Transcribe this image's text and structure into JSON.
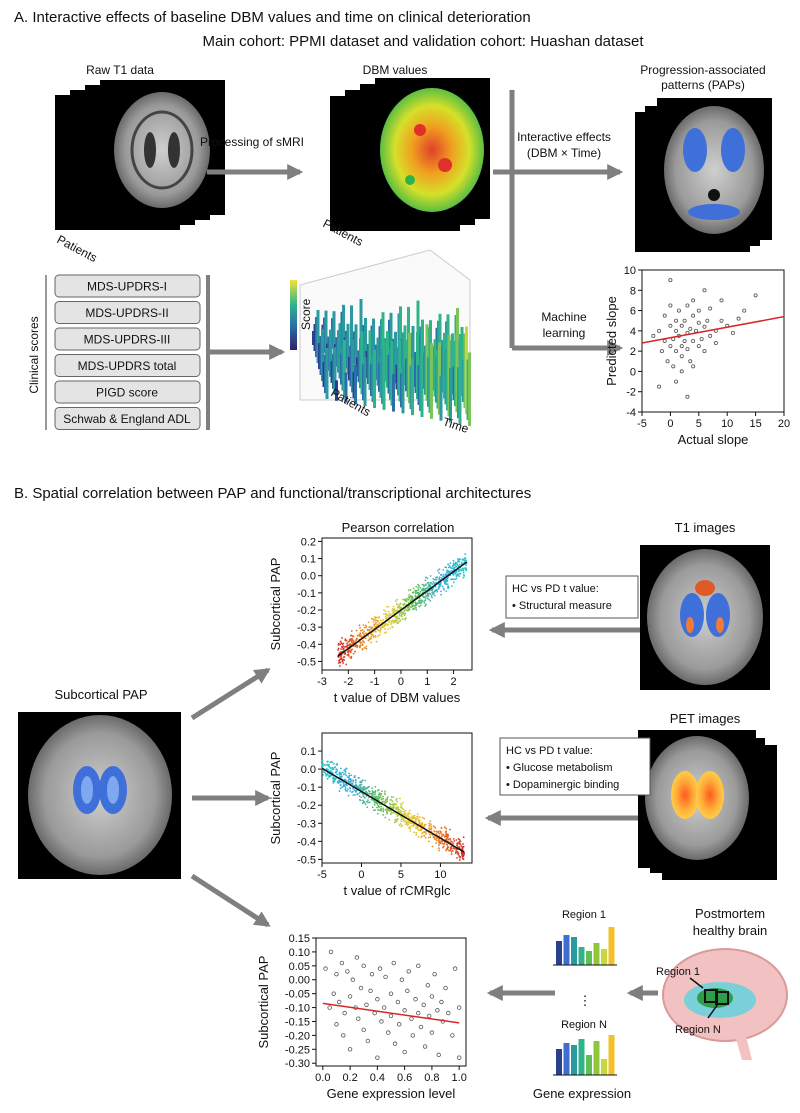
{
  "panelA": {
    "title": "A. Interactive effects of baseline DBM values and time on clinical deterioration",
    "subtitle": "Main cohort: PPMI dataset and validation cohort: Huashan dataset",
    "raw_t1_label": "Raw T1 data",
    "patients_label": "Patients",
    "processing_label": "Processing  of  sMRI",
    "dbm_values_label": "DBM values",
    "interactive_label_1": "Interactive effects",
    "interactive_label_2": "(DBM × Time)",
    "paps_label_1": "Progression-associated",
    "paps_label_2": "patterns (PAPs)",
    "machine_label_1": "Machine",
    "machine_label_2": "learning",
    "clinical_scores_label": "Clinical scores",
    "clinical_scores": [
      "MDS-UPDRS-I",
      "MDS-UPDRS-II",
      "MDS-UPDRS-III",
      "MDS-UPDRS total",
      "PIGD score",
      "Schwab & England ADL"
    ],
    "bar3d_labels": {
      "score": "Score",
      "patients": "Patients",
      "time": "Time"
    }
  },
  "panelB": {
    "title": "B. Spatial correlation between PAP and functional/transcriptional architectures",
    "pearson_label": "Pearson correlation",
    "subcortical_pap_label": "Subcortical PAP",
    "t1_images_label": "T1 images",
    "pet_images_label": "PET images",
    "structural_box": {
      "line1": "HC vs PD t value:",
      "line2": "• Structural measure"
    },
    "pet_box": {
      "line1": "HC vs PD t value:",
      "line2": "• Glucose metabolism",
      "line3": "• Dopaminergic binding"
    },
    "region1_label": "Region 1",
    "regionN_label": "Region N",
    "dots_label": "⋮",
    "gene_expression_label": "Gene expression",
    "postmortem_label_1": "Postmortem",
    "postmortem_label_2": "healthy brain",
    "brain_region1": "Region 1",
    "brain_regionN": "Region N"
  },
  "colors": {
    "arrow": "#7f7f7f",
    "fit_red": "#d62728",
    "fit_black": "#111111",
    "pap_blue": "#3f6fd8"
  },
  "chart_data": [
    {
      "id": "slope-scatter",
      "type": "scatter",
      "xlabel": "Actual slope",
      "ylabel": "Predicted slope",
      "xlim": [
        -5,
        20
      ],
      "ylim": [
        -4,
        10
      ],
      "xticks": [
        -5,
        0,
        5,
        10,
        15,
        20
      ],
      "yticks": [
        -4,
        -2,
        0,
        2,
        4,
        6,
        8,
        10
      ],
      "fit_line": {
        "x": [
          -5,
          20
        ],
        "y": [
          2.8,
          5.4
        ],
        "color": "#d62728"
      },
      "points": [
        [
          -3,
          3.5
        ],
        [
          -2,
          4.0
        ],
        [
          -1.5,
          2.0
        ],
        [
          -1,
          3.0
        ],
        [
          -1,
          5.5
        ],
        [
          -0.5,
          1.0
        ],
        [
          0,
          2.5
        ],
        [
          0,
          4.5
        ],
        [
          0,
          6.5
        ],
        [
          0.5,
          3.2
        ],
        [
          0.5,
          0.5
        ],
        [
          1,
          2.0
        ],
        [
          1,
          4.0
        ],
        [
          1,
          5.0
        ],
        [
          1.5,
          3.5
        ],
        [
          1.5,
          6.0
        ],
        [
          2,
          2.5
        ],
        [
          2,
          4.5
        ],
        [
          2,
          1.5
        ],
        [
          2.5,
          3.0
        ],
        [
          2.5,
          5.0
        ],
        [
          3,
          3.8
        ],
        [
          3,
          2.2
        ],
        [
          3,
          6.5
        ],
        [
          3.5,
          4.2
        ],
        [
          3.5,
          1.0
        ],
        [
          4,
          3.0
        ],
        [
          4,
          5.5
        ],
        [
          4,
          7.0
        ],
        [
          4.5,
          4.0
        ],
        [
          5,
          2.5
        ],
        [
          5,
          4.8
        ],
        [
          5,
          6.0
        ],
        [
          5.5,
          3.2
        ],
        [
          6,
          4.4
        ],
        [
          6,
          2.0
        ],
        [
          6.5,
          5.0
        ],
        [
          7,
          3.5
        ],
        [
          7,
          6.2
        ],
        [
          8,
          4.0
        ],
        [
          8,
          2.8
        ],
        [
          9,
          5.0
        ],
        [
          10,
          4.5
        ],
        [
          11,
          3.8
        ],
        [
          12,
          5.2
        ],
        [
          13,
          6.0
        ],
        [
          15,
          7.5
        ],
        [
          0,
          9.0
        ],
        [
          -2,
          -1.5
        ],
        [
          3,
          -2.5
        ],
        [
          2,
          0
        ],
        [
          6,
          8.0
        ],
        [
          9,
          7.0
        ],
        [
          1,
          -1.0
        ],
        [
          4,
          0.5
        ]
      ]
    },
    {
      "id": "dbm-scatter",
      "type": "scatter",
      "xlabel": "t value of DBM values",
      "ylabel": "Subcortical PAP",
      "xlim": [
        -3,
        2.7
      ],
      "ylim": [
        -0.55,
        0.22
      ],
      "xticks": [
        -3,
        -2,
        -1,
        0,
        1,
        2
      ],
      "yticks": [
        0.2,
        0.1,
        0,
        -0.1,
        -0.2,
        -0.3,
        -0.4,
        -0.5
      ],
      "fit_line": {
        "x": [
          -2.4,
          2.5
        ],
        "y": [
          -0.47,
          0.08
        ],
        "color": "#111111"
      },
      "generated_points": {
        "n": 900,
        "slope": 0.112,
        "intercept": -0.2,
        "noise": 0.07,
        "x_range": [
          -2.4,
          2.5
        ]
      }
    },
    {
      "id": "rcmrglc-scatter",
      "type": "scatter",
      "xlabel": "t value of rCMRglc",
      "ylabel": "Subcortical PAP",
      "xlim": [
        -5,
        14
      ],
      "ylim": [
        -0.52,
        0.2
      ],
      "xticks": [
        -5,
        0,
        5,
        10
      ],
      "yticks": [
        0.1,
        0,
        -0.1,
        -0.2,
        -0.3,
        -0.4,
        -0.5
      ],
      "fit_line": {
        "x": [
          -5,
          13
        ],
        "y": [
          0.005,
          -0.46
        ],
        "color": "#111111"
      },
      "generated_points": {
        "n": 900,
        "slope": -0.026,
        "intercept": -0.12,
        "noise": 0.06,
        "x_range": [
          -5,
          13
        ]
      }
    },
    {
      "id": "gene-scatter",
      "type": "scatter",
      "xlabel": "Gene expression level",
      "ylabel": "Subcortical PAP",
      "xlim": [
        -0.05,
        1.05
      ],
      "ylim": [
        -0.31,
        0.15
      ],
      "xticks": [
        0,
        0.2,
        0.4,
        0.6,
        0.8,
        1.0
      ],
      "yticks": [
        0.15,
        0.1,
        0.05,
        0,
        -0.05,
        -0.1,
        -0.15,
        -0.2,
        -0.25,
        -0.3
      ],
      "fit_line": {
        "x": [
          0,
          1
        ],
        "y": [
          -0.085,
          -0.155
        ],
        "color": "#d62728"
      },
      "points": [
        [
          0.02,
          0.04
        ],
        [
          0.05,
          -0.1
        ],
        [
          0.06,
          0.1
        ],
        [
          0.08,
          -0.05
        ],
        [
          0.1,
          0.02
        ],
        [
          0.1,
          -0.16
        ],
        [
          0.12,
          -0.08
        ],
        [
          0.14,
          0.06
        ],
        [
          0.15,
          -0.2
        ],
        [
          0.16,
          -0.12
        ],
        [
          0.18,
          0.03
        ],
        [
          0.2,
          -0.06
        ],
        [
          0.2,
          -0.25
        ],
        [
          0.22,
          0.0
        ],
        [
          0.24,
          -0.1
        ],
        [
          0.25,
          0.08
        ],
        [
          0.26,
          -0.14
        ],
        [
          0.28,
          -0.03
        ],
        [
          0.3,
          -0.18
        ],
        [
          0.3,
          0.05
        ],
        [
          0.32,
          -0.09
        ],
        [
          0.33,
          -0.22
        ],
        [
          0.35,
          -0.04
        ],
        [
          0.36,
          0.02
        ],
        [
          0.38,
          -0.12
        ],
        [
          0.4,
          -0.07
        ],
        [
          0.4,
          -0.28
        ],
        [
          0.42,
          0.04
        ],
        [
          0.43,
          -0.15
        ],
        [
          0.45,
          -0.1
        ],
        [
          0.46,
          0.01
        ],
        [
          0.48,
          -0.19
        ],
        [
          0.5,
          -0.05
        ],
        [
          0.5,
          -0.13
        ],
        [
          0.52,
          0.06
        ],
        [
          0.53,
          -0.23
        ],
        [
          0.55,
          -0.08
        ],
        [
          0.56,
          -0.16
        ],
        [
          0.58,
          0.0
        ],
        [
          0.6,
          -0.11
        ],
        [
          0.6,
          -0.26
        ],
        [
          0.62,
          -0.04
        ],
        [
          0.63,
          0.03
        ],
        [
          0.65,
          -0.14
        ],
        [
          0.66,
          -0.2
        ],
        [
          0.68,
          -0.07
        ],
        [
          0.7,
          -0.12
        ],
        [
          0.7,
          0.05
        ],
        [
          0.72,
          -0.17
        ],
        [
          0.74,
          -0.09
        ],
        [
          0.75,
          -0.24
        ],
        [
          0.77,
          -0.02
        ],
        [
          0.78,
          -0.13
        ],
        [
          0.8,
          -0.06
        ],
        [
          0.8,
          -0.19
        ],
        [
          0.82,
          0.02
        ],
        [
          0.84,
          -0.11
        ],
        [
          0.85,
          -0.27
        ],
        [
          0.87,
          -0.08
        ],
        [
          0.88,
          -0.15
        ],
        [
          0.9,
          -0.03
        ],
        [
          0.92,
          -0.12
        ],
        [
          0.95,
          -0.2
        ],
        [
          0.97,
          0.04
        ],
        [
          1.0,
          -0.1
        ],
        [
          1.0,
          -0.28
        ]
      ]
    }
  ]
}
